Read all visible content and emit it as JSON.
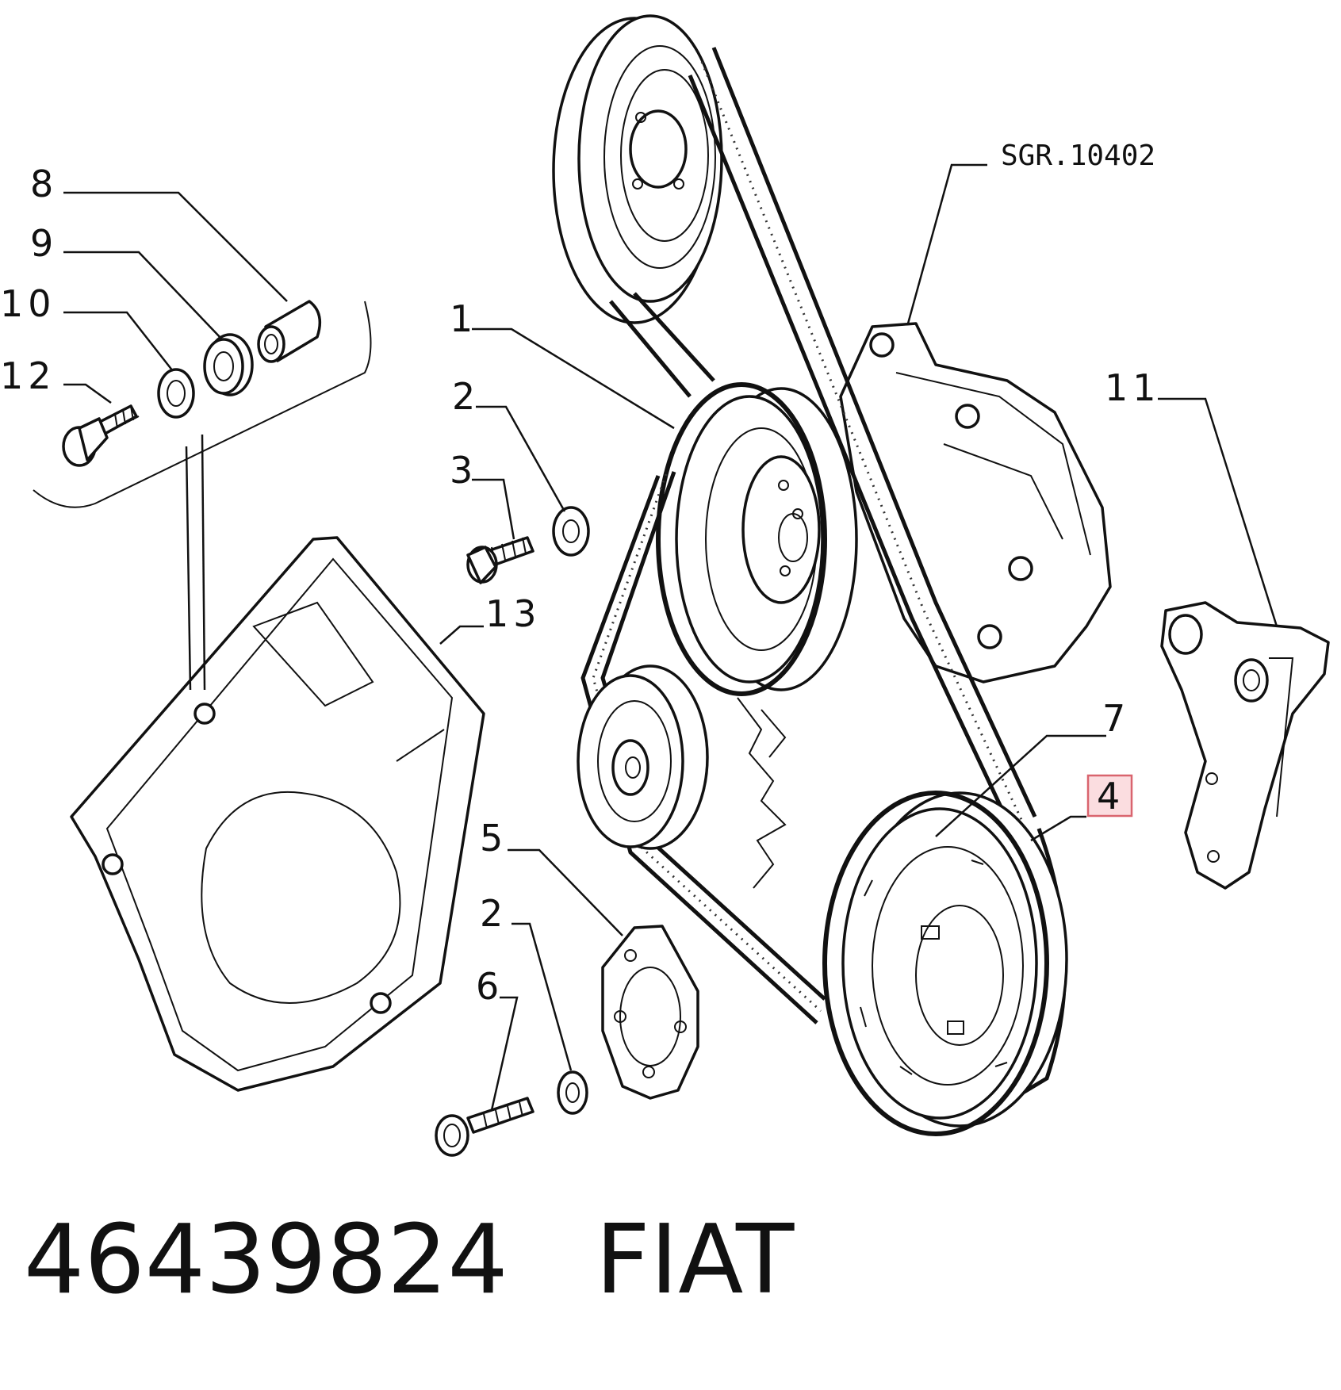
{
  "reference_code": "SGR.10402",
  "callouts": [
    {
      "id": "8",
      "label": "8"
    },
    {
      "id": "9",
      "label": "9"
    },
    {
      "id": "10",
      "label": "10"
    },
    {
      "id": "12",
      "label": "12"
    },
    {
      "id": "1",
      "label": "1"
    },
    {
      "id": "2a",
      "label": "2"
    },
    {
      "id": "3",
      "label": "3"
    },
    {
      "id": "13",
      "label": "13"
    },
    {
      "id": "11",
      "label": "11"
    },
    {
      "id": "7",
      "label": "7"
    },
    {
      "id": "4",
      "label": "4",
      "highlighted": true
    },
    {
      "id": "5",
      "label": "5"
    },
    {
      "id": "2b",
      "label": "2"
    },
    {
      "id": "6",
      "label": "6"
    }
  ],
  "highlight_color": "#fbdde0",
  "highlight_border_color": "#d9646e",
  "footer": {
    "part_number": "46439824",
    "brand": "FIAT"
  }
}
